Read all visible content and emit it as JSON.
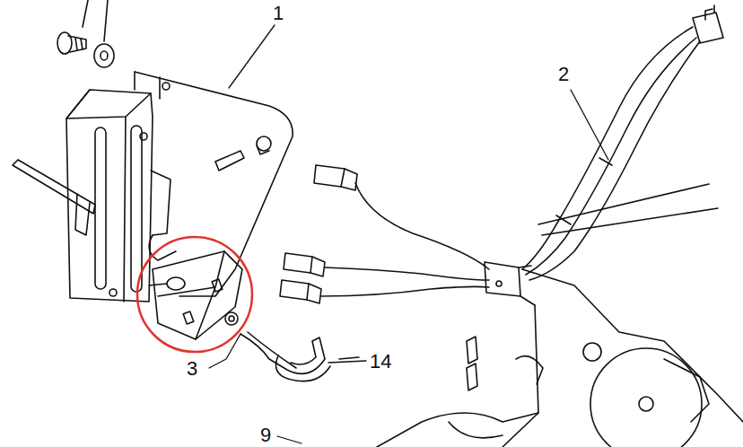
{
  "diagram": {
    "labels": [
      "1",
      "2",
      "3",
      "14",
      "9"
    ]
  }
}
